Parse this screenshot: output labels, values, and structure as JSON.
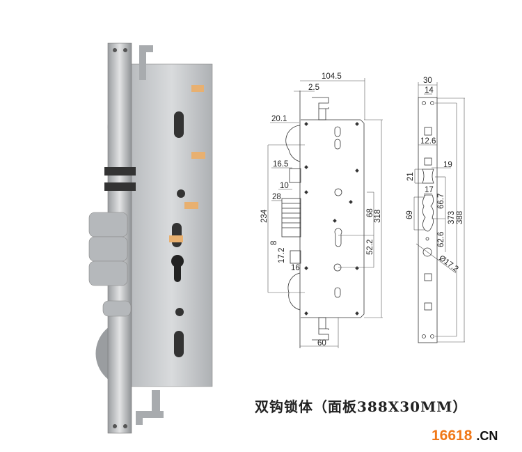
{
  "caption": "双钩锁体（面板388X30MM）",
  "brand": {
    "number": "16618",
    "suffix": ".CN",
    "color": "#f07818"
  },
  "front_view_dimensions": {
    "width_total": "104.5",
    "faceplate_offset": "2.5",
    "hook_projection": "20.1",
    "latch_projection": "16.5",
    "deadbolt_gap": "10",
    "bolt_projection": "28",
    "hook_spacing": "234",
    "bolt_gap": "8",
    "auxiliary_height": "17.2",
    "auxiliary_projection": "16",
    "spindle_to_cylinder": "68",
    "body_height": "318",
    "cylinder_to_lower": "52.2",
    "backset": "60"
  },
  "faceplate_dimensions": {
    "width": "30",
    "hole_spacing": "14",
    "latch_width": "12.6",
    "latch_cut": "19",
    "latch_height": "21",
    "bolt_width": "17",
    "upper_spacing": "66.7",
    "bolt_height": "69",
    "hole_span": "373",
    "length": "388",
    "lower_spacing": "62.6",
    "hole_diameter": "Ø17.2"
  }
}
